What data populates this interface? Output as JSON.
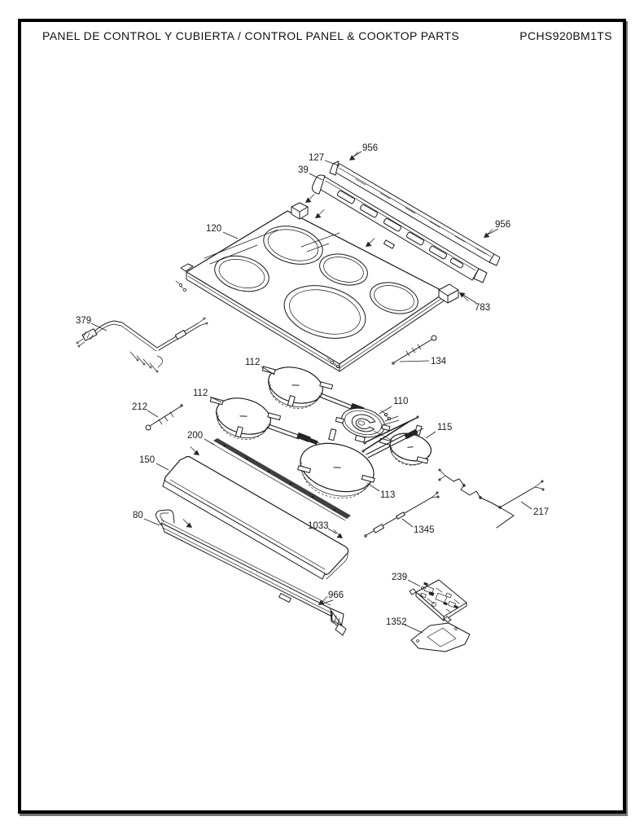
{
  "header": {
    "title": "PANEL DE CONTROL Y CUBIERTA / CONTROL PANEL & COOKTOP PARTS",
    "model": "PCHS920BM1TS"
  },
  "colors": {
    "line": "#1a1a1a",
    "paper": "#ffffff",
    "border": "#000000",
    "fill_dark": "#242424",
    "strip": "#3f3f3f"
  },
  "diagram": {
    "labels": {
      "l956a": "956",
      "l127": "127",
      "l39": "39",
      "l956b": "956",
      "l120": "120",
      "l783": "783",
      "l379": "379",
      "l134": "134",
      "l112a": "112",
      "l112b": "112",
      "l110": "110",
      "l212": "212",
      "l115": "115",
      "l200": "200",
      "l150": "150",
      "l113": "113",
      "l80": "80",
      "l1033": "1033",
      "l966": "966",
      "l1345": "1345",
      "l217": "217",
      "l239": "239",
      "l1352": "1352"
    }
  }
}
